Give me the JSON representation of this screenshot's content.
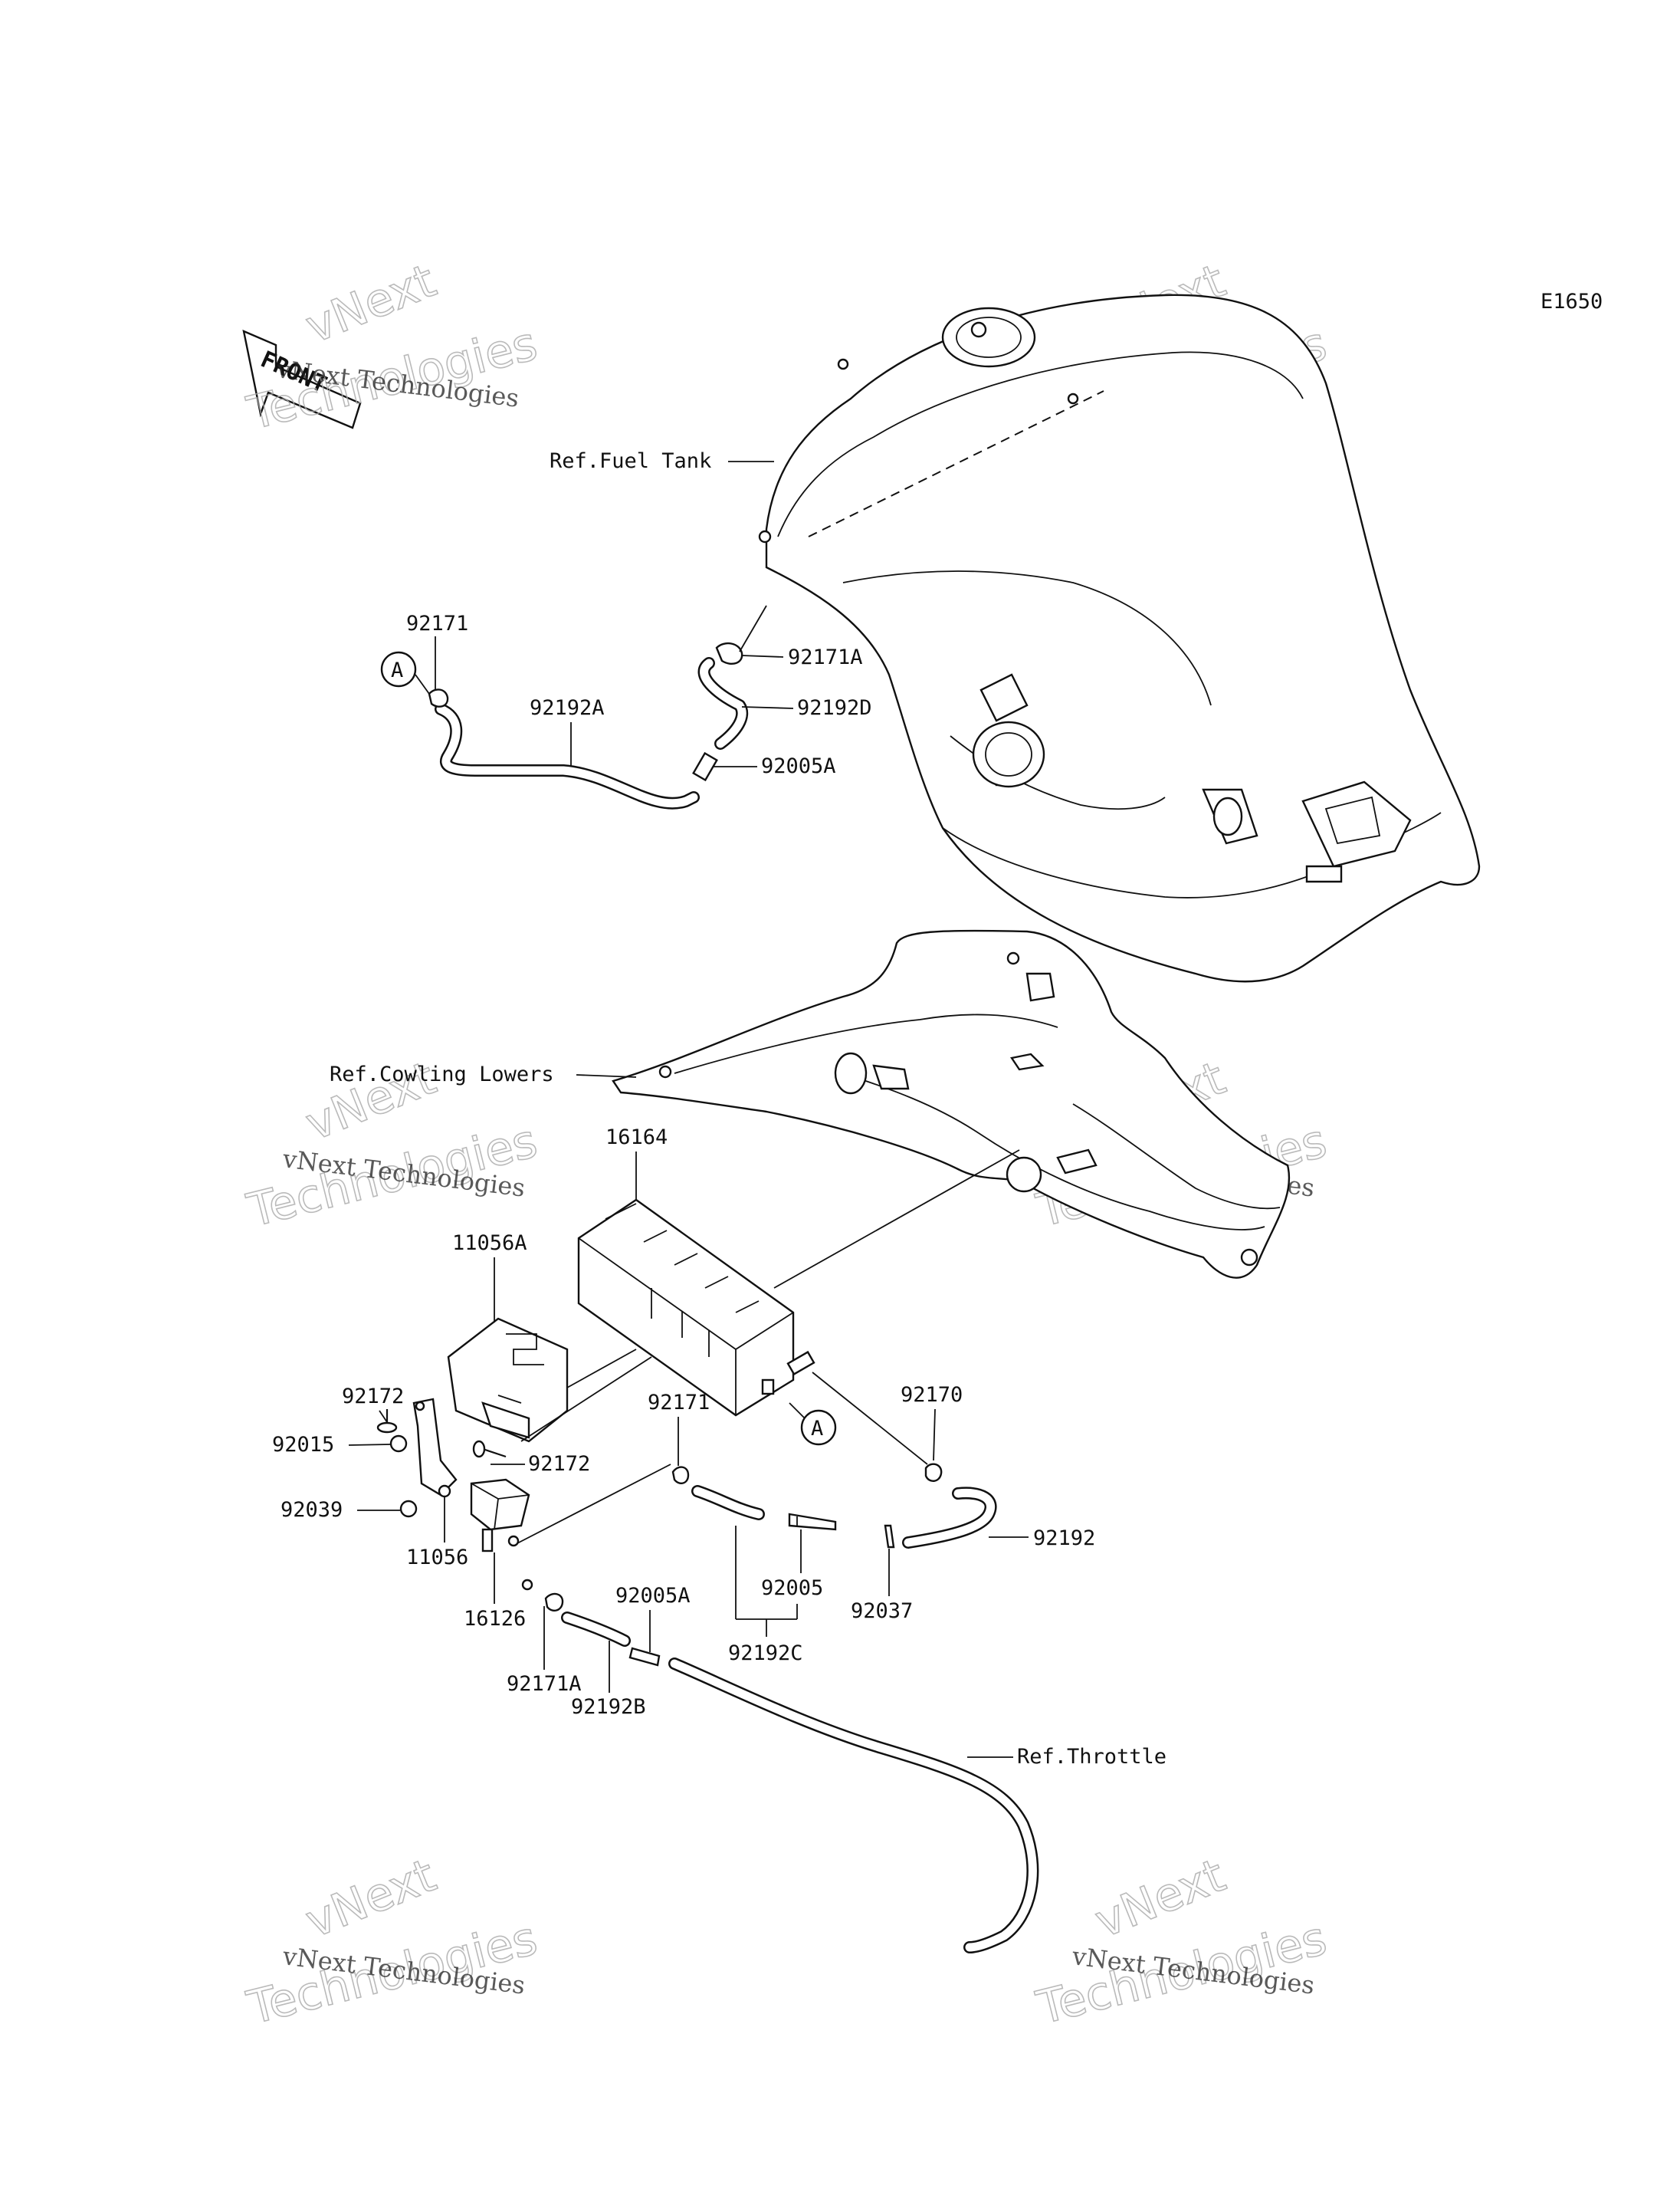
{
  "diagram_code": "E1650",
  "front_label": "FRONT",
  "watermark": {
    "line1": "vNext Technologies",
    "line2": "vNext",
    "line3": "Technologies"
  },
  "references": {
    "fuel_tank": "Ref.Fuel Tank",
    "cowling": "Ref.Cowling Lowers",
    "throttle": "Ref.Throttle"
  },
  "callout_marker": "A",
  "parts": {
    "p92171_top": "92171",
    "p92192A": "92192A",
    "p92171A_top": "92171A",
    "p92192D": "92192D",
    "p92005A_top": "92005A",
    "p16164": "16164",
    "p11056A": "11056A",
    "p92172_a": "92172",
    "p92015": "92015",
    "p92172_b": "92172",
    "p92039": "92039",
    "p11056": "11056",
    "p16126": "16126",
    "p92171_mid": "92171",
    "p92170": "92170",
    "p92192": "92192",
    "p92005": "92005",
    "p92037": "92037",
    "p92192C": "92192C",
    "p92005A_bot": "92005A",
    "p92171A_bot": "92171A",
    "p92192B": "92192B"
  }
}
